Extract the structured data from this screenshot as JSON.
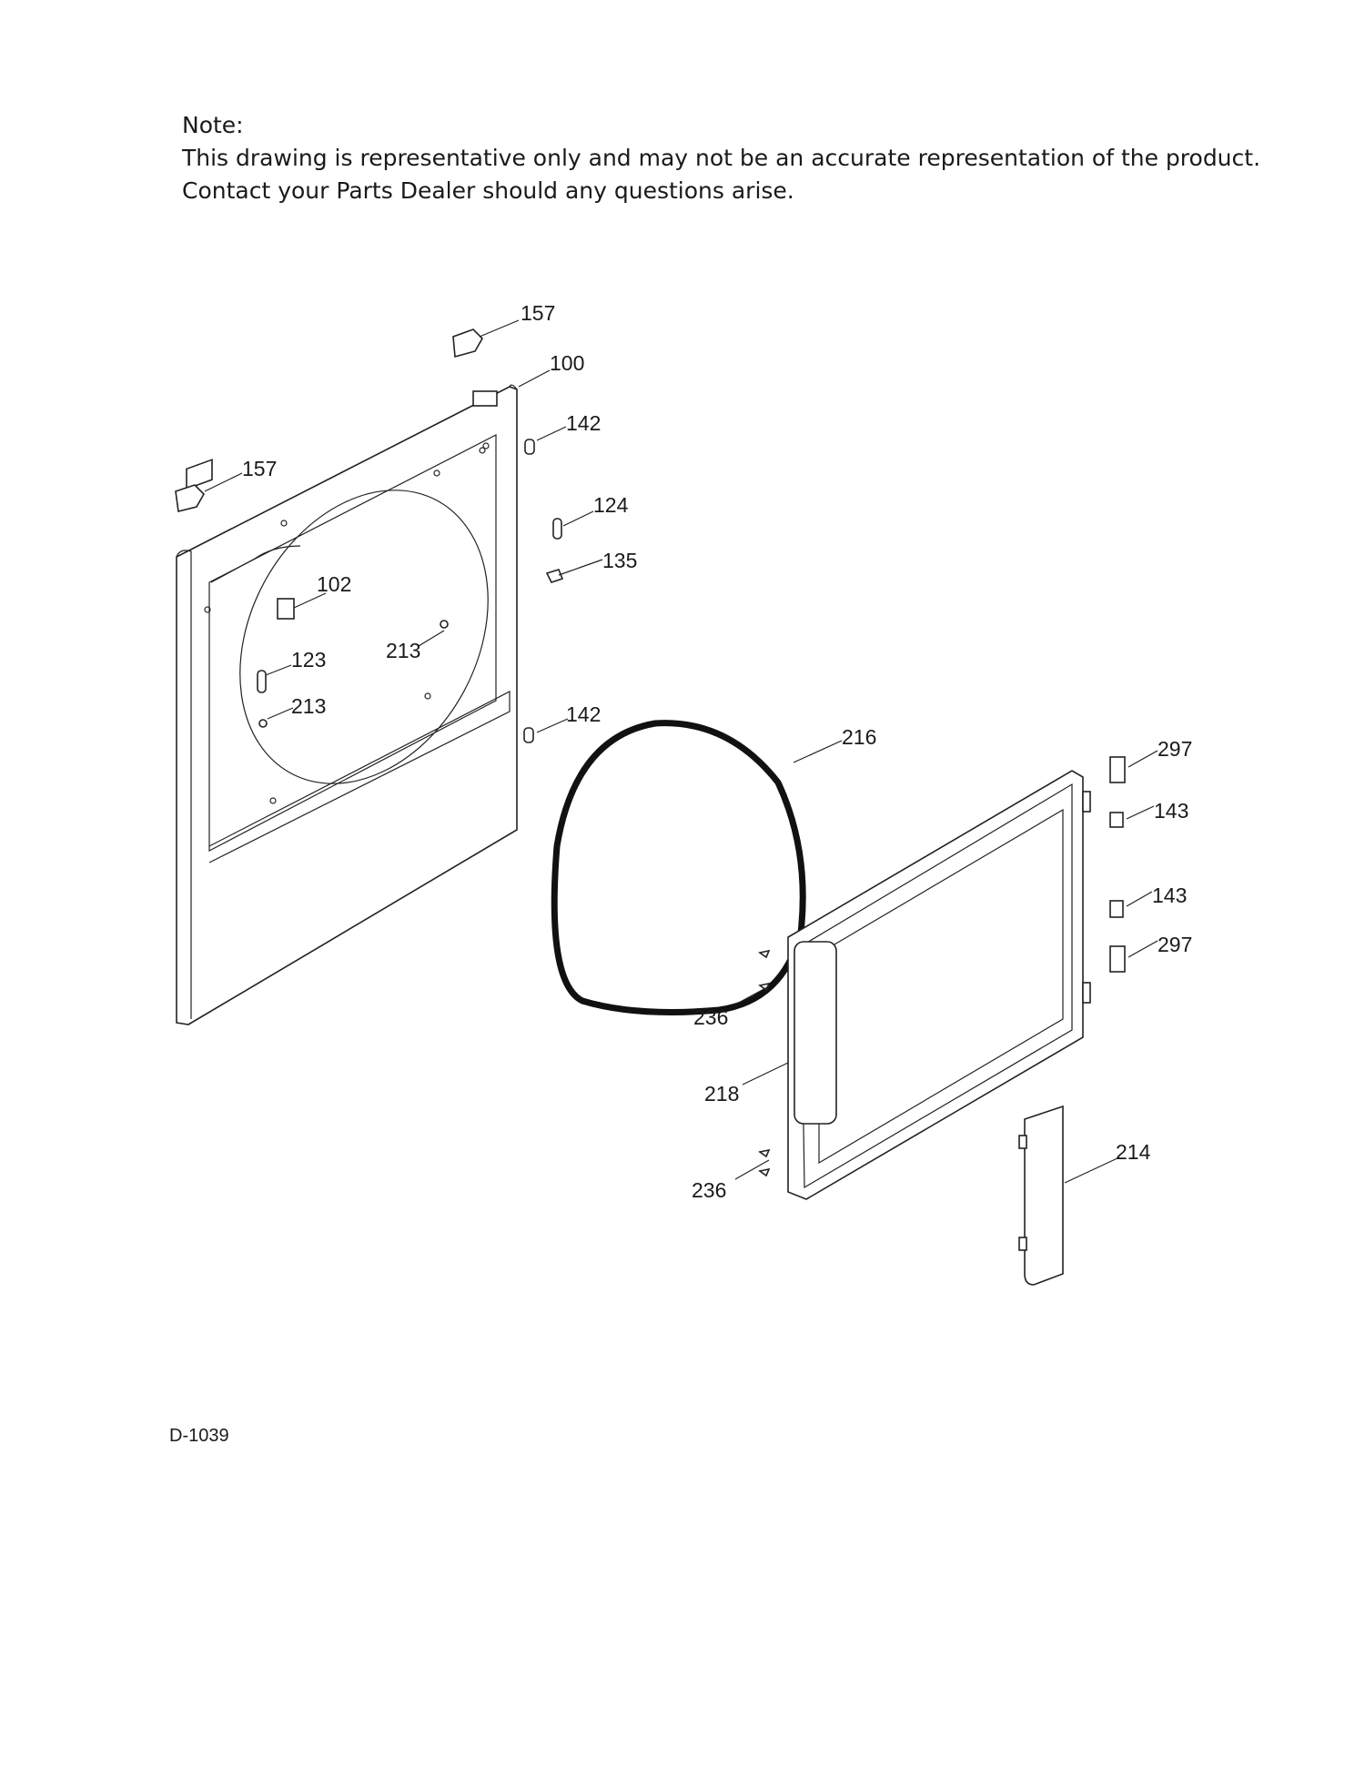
{
  "note": {
    "heading": "Note:",
    "line1": "This drawing is representative only and may not be an accurate representation of the product.",
    "line2": "Contact your Parts Dealer should any questions arise."
  },
  "drawing_code": "D-1039",
  "callouts": [
    {
      "id": "c157a",
      "text": "157"
    },
    {
      "id": "c100",
      "text": "100"
    },
    {
      "id": "c142a",
      "text": "142"
    },
    {
      "id": "c157b",
      "text": "157"
    },
    {
      "id": "c124",
      "text": "124"
    },
    {
      "id": "c135",
      "text": "135"
    },
    {
      "id": "c102",
      "text": "102"
    },
    {
      "id": "c213a",
      "text": "213"
    },
    {
      "id": "c123",
      "text": "123"
    },
    {
      "id": "c213b",
      "text": "213"
    },
    {
      "id": "c142b",
      "text": "142"
    },
    {
      "id": "c216",
      "text": "216"
    },
    {
      "id": "c297a",
      "text": "297"
    },
    {
      "id": "c143a",
      "text": "143"
    },
    {
      "id": "c143b",
      "text": "143"
    },
    {
      "id": "c297b",
      "text": "297"
    },
    {
      "id": "c236a",
      "text": "236"
    },
    {
      "id": "c218",
      "text": "218"
    },
    {
      "id": "c214",
      "text": "214"
    },
    {
      "id": "c236b",
      "text": "236"
    }
  ]
}
